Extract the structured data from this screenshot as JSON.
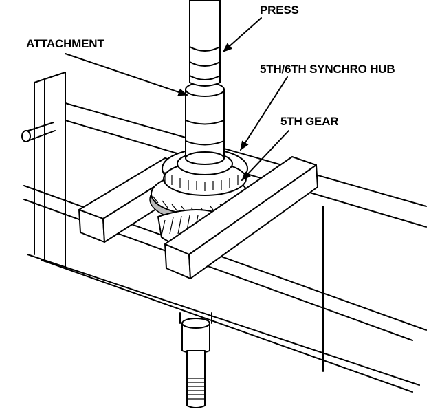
{
  "diagram": {
    "labels": {
      "press": "PRESS",
      "attachment": "ATTACHMENT",
      "synchro_hub": "5TH/6TH SYNCHRO HUB",
      "fifth_gear": "5TH GEAR"
    }
  }
}
